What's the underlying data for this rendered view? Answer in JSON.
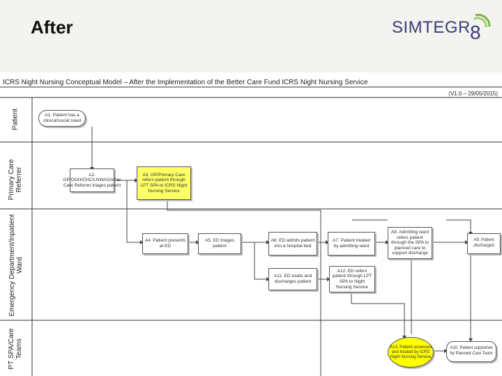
{
  "slide": {
    "title": "After",
    "logo_text": "SIMTEGR",
    "logo_mark": "8"
  },
  "diagram": {
    "title": "ICRS Night Nursing Conceptual Model – After the Implementation of the Better Care Fund ICRS Night Nursing Service",
    "version": "(V1.0 – 29/05/2015)",
    "lanes": [
      "Patient",
      "Primary Care Referrer",
      "Emergency Department/Inpatient Ward",
      "PT SPA/Care Teams"
    ],
    "boxes": {
      "a1": "A1. Patient has a clinical/social need",
      "a2": "A2. GP/OOH/CHC/LNWAS/other Care Referrer triages patient",
      "a3": "A3. GP/Primary Care refers patient through LPT SPA to ICRS Night Nursing Service",
      "a4": "A4. Patient presents at ED",
      "a5": "A5. ED triages patient",
      "a6": "A6. ED admits patient into a hospital bed",
      "a7": "A7. Patient treated by admitting ward",
      "a8": "A8. Admitting ward refers patient through the SPA to planned care to support discharge",
      "a9": "A9. Patient discharged",
      "a10": "A10. Patient supported by Planned Care Team",
      "a11": "A11. ED treats and discharges patient",
      "a12": "A12. ED refers patient through LPT SPA to Night Nursing Service",
      "a13": "A13. Patient assessed and treated by ICRS Night Nursing Service"
    }
  }
}
